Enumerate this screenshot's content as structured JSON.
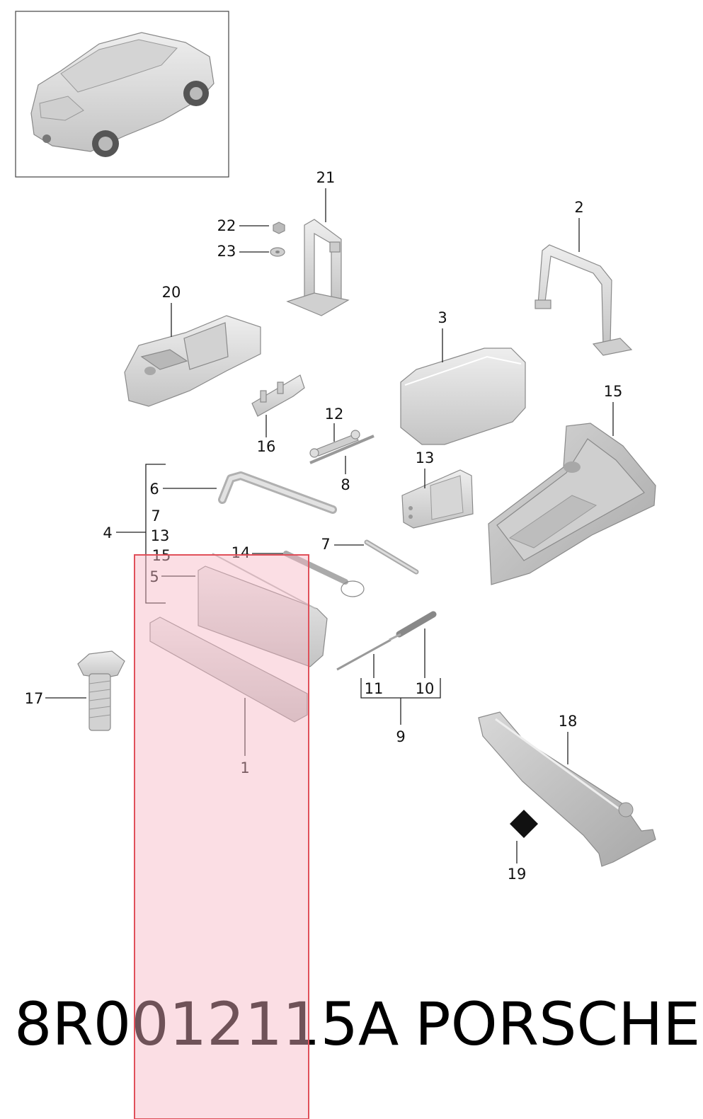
{
  "diagram": {
    "callouts": {
      "c1": "1",
      "c2": "2",
      "c3": "3",
      "c4": "4",
      "c5": "5",
      "c6": "6",
      "c7": "7",
      "c7b": "7",
      "c8": "8",
      "c9": "9",
      "c10": "10",
      "c11": "11",
      "c12": "12",
      "c13": "13",
      "c13b": "13",
      "c14": "14",
      "c15": "15",
      "c15b": "15",
      "c16": "16",
      "c17": "17",
      "c18": "18",
      "c19": "19",
      "c20": "20",
      "c21": "21",
      "c22": "22",
      "c23": "23"
    },
    "highlight_color": "#f7b6c3",
    "highlight_border": "#e0505a"
  },
  "footer": {
    "part_number": "8R0012115A",
    "brand": "PORSCHE"
  }
}
